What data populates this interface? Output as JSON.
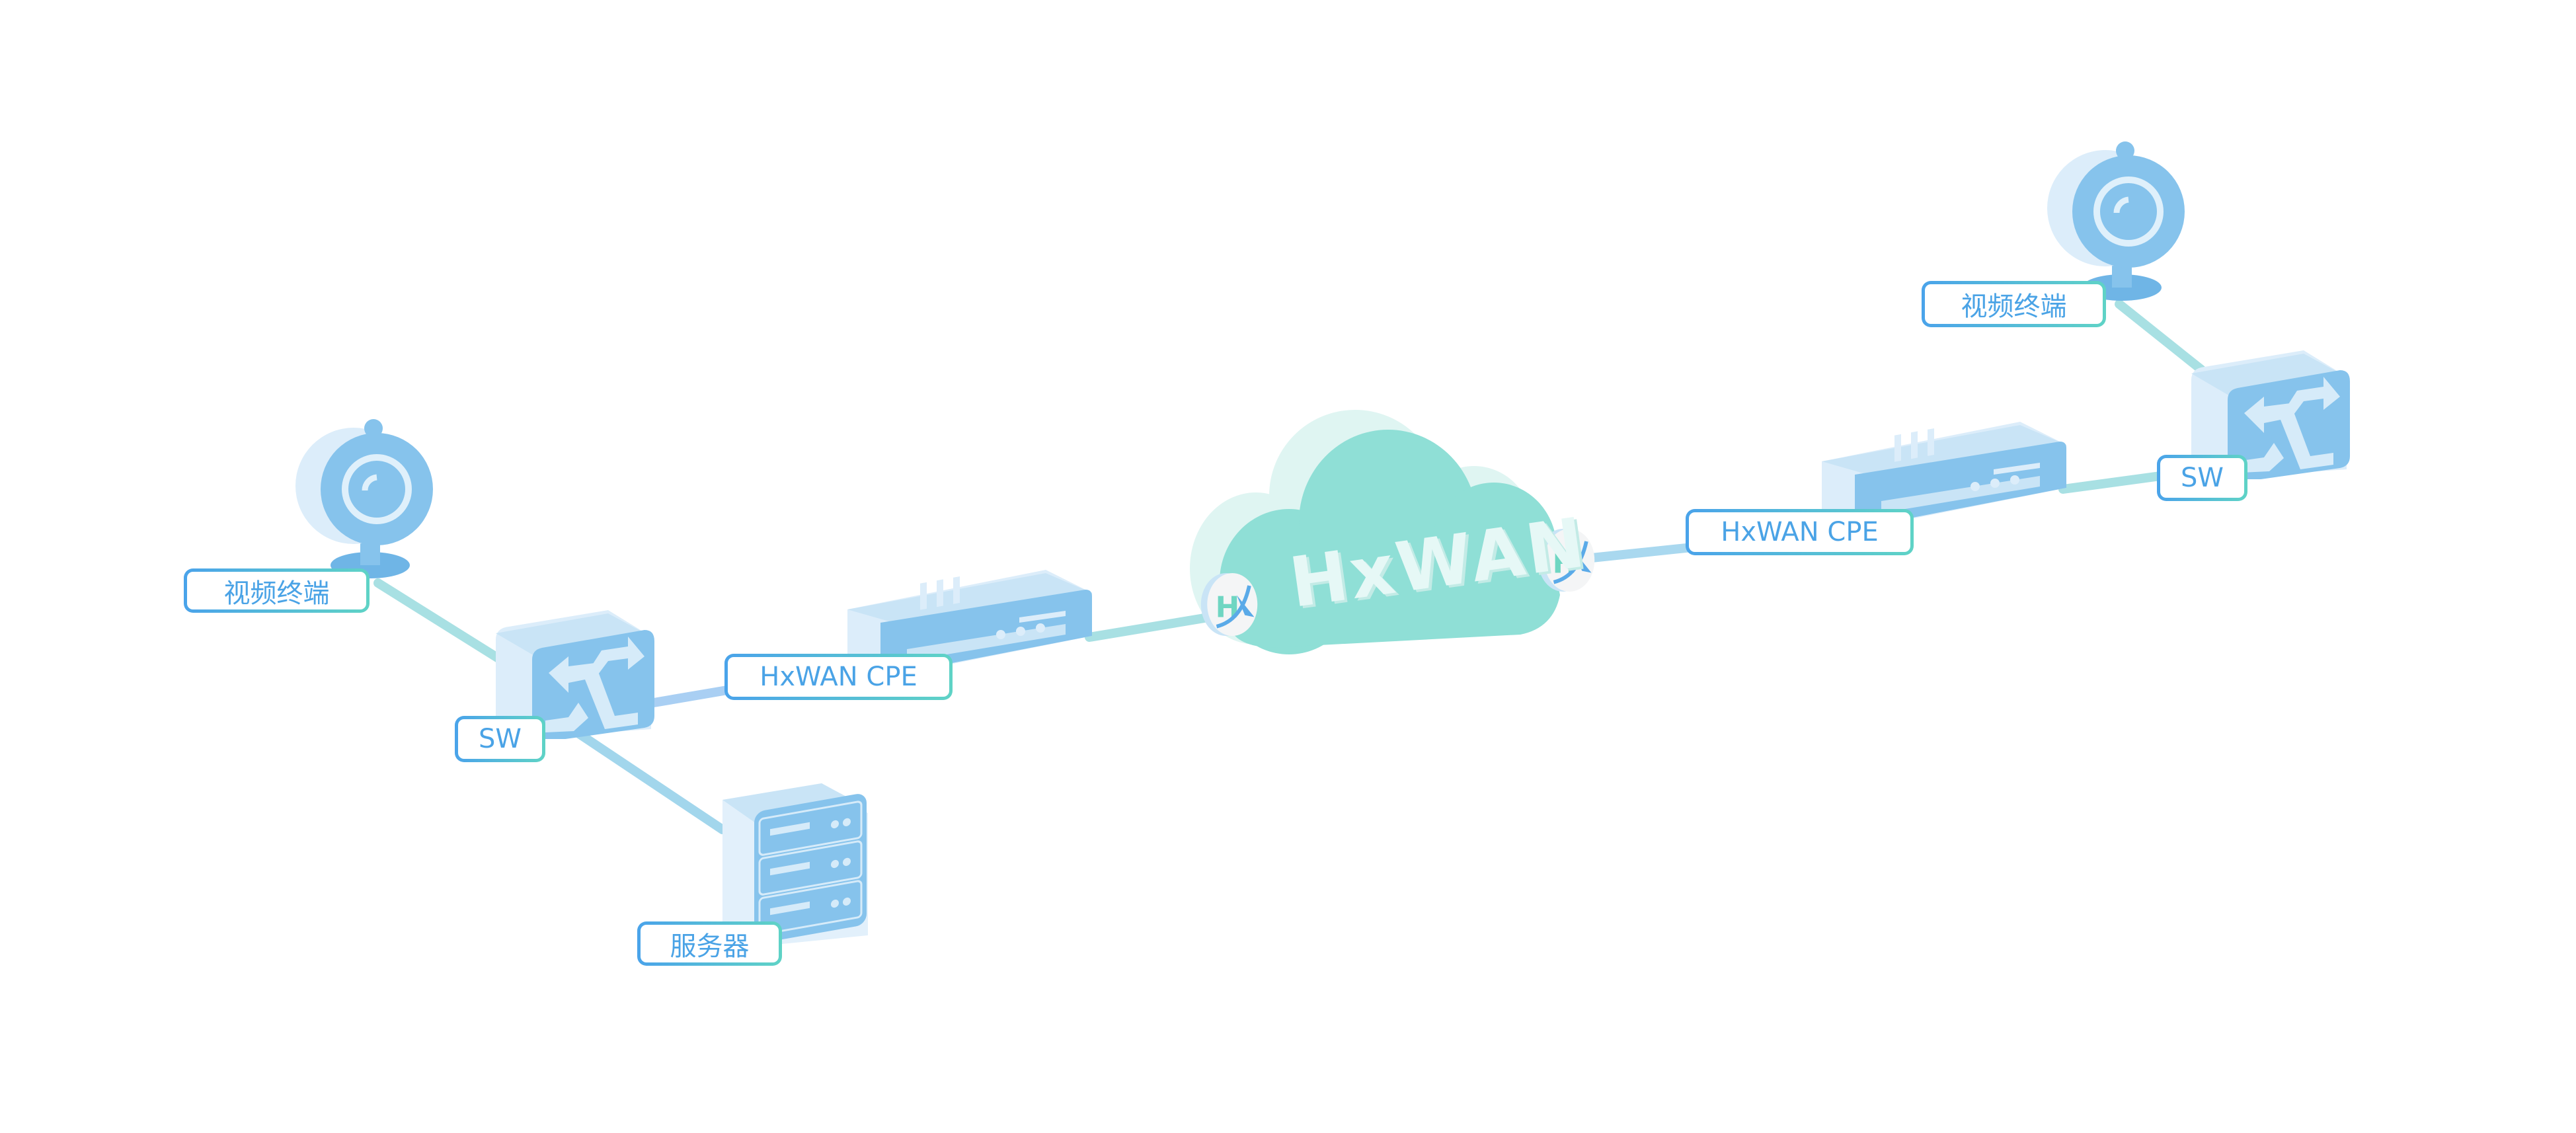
{
  "nodes": {
    "left_camera_label": "视频终端",
    "left_switch_label": "SW",
    "server_label": "服务器",
    "left_cpe_label": "HxWAN CPE",
    "cloud_label": "HxWAN",
    "right_cpe_label": "HxWAN CPE",
    "right_switch_label": "SW",
    "right_camera_label": "视频终端"
  },
  "badges": {
    "logo_text": "HX"
  },
  "colors": {
    "device": "#86c3ec",
    "device_light": "#c9e4f6",
    "cloud": "#8fdfd6",
    "link": "#a8dfe4",
    "label_text": "#4aa3e6"
  }
}
